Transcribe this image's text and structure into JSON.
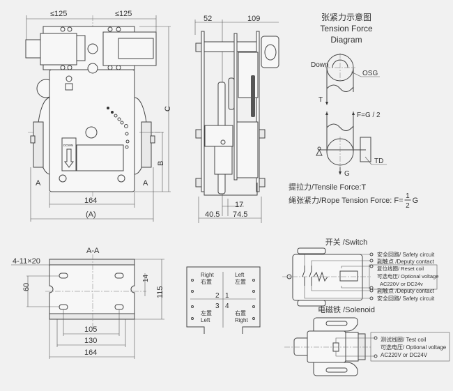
{
  "front_view": {
    "dim_left_top": "≤125",
    "dim_right_top": "≤125",
    "dim_c": "C",
    "dim_b": "B",
    "dim_width": "164",
    "dim_overall": "(A)",
    "section_mark_left": "A",
    "section_mark_right": "A",
    "label_plate": "DOWN"
  },
  "side_view": {
    "dim_52": "52",
    "dim_109": "109",
    "dim_17": "17",
    "dim_40_5": "40.5",
    "dim_74_5": "74.5"
  },
  "tension_diagram": {
    "title_cn": "张紧力示意图",
    "title_en_1": "Tension Force",
    "title_en_2": "Diagram",
    "down": "Down",
    "osg": "OSG",
    "t": "T",
    "f": "F=G / 2",
    "td": "TD",
    "g": "G",
    "tensile": "提拉力/Tensile Force:T",
    "rope_tension": "绳张紧力/Rope Tension Force: F=",
    "frac_num": "1",
    "frac_den": "2",
    "frac_g": "G"
  },
  "section_aa": {
    "title": "A-A",
    "holes": "4-11×20",
    "dim_60": "60",
    "dim_14": "14",
    "dim_115": "115",
    "dim_105": "105",
    "dim_130": "130",
    "dim_164": "164"
  },
  "mounting": {
    "tl_en": "Right",
    "tl_cn": "右置",
    "tr_en": "Left",
    "tr_cn": "左置",
    "bl_cn": "左置",
    "bl_en": "Left",
    "br_cn": "右置",
    "br_en": "Right",
    "n1": "1",
    "n2": "2",
    "n3": "3",
    "n4": "4"
  },
  "switch": {
    "title": "开关 /Switch",
    "labels": [
      "安全回路/ Safety circuit",
      "副触点 /Deputy contact",
      "复位线圈/ Reset coil",
      "可选电压/ Optional voltage",
      "AC220V or DC24v",
      "副触点 /Deputy contact",
      "安全回路/  Safety circuit"
    ]
  },
  "solenoid": {
    "title": "电磁铁 /Solenoid",
    "labels": [
      "测试线圈/ Test coil",
      "可选电压/ Optional voltage",
      "AC220V  or  DC24V"
    ]
  }
}
